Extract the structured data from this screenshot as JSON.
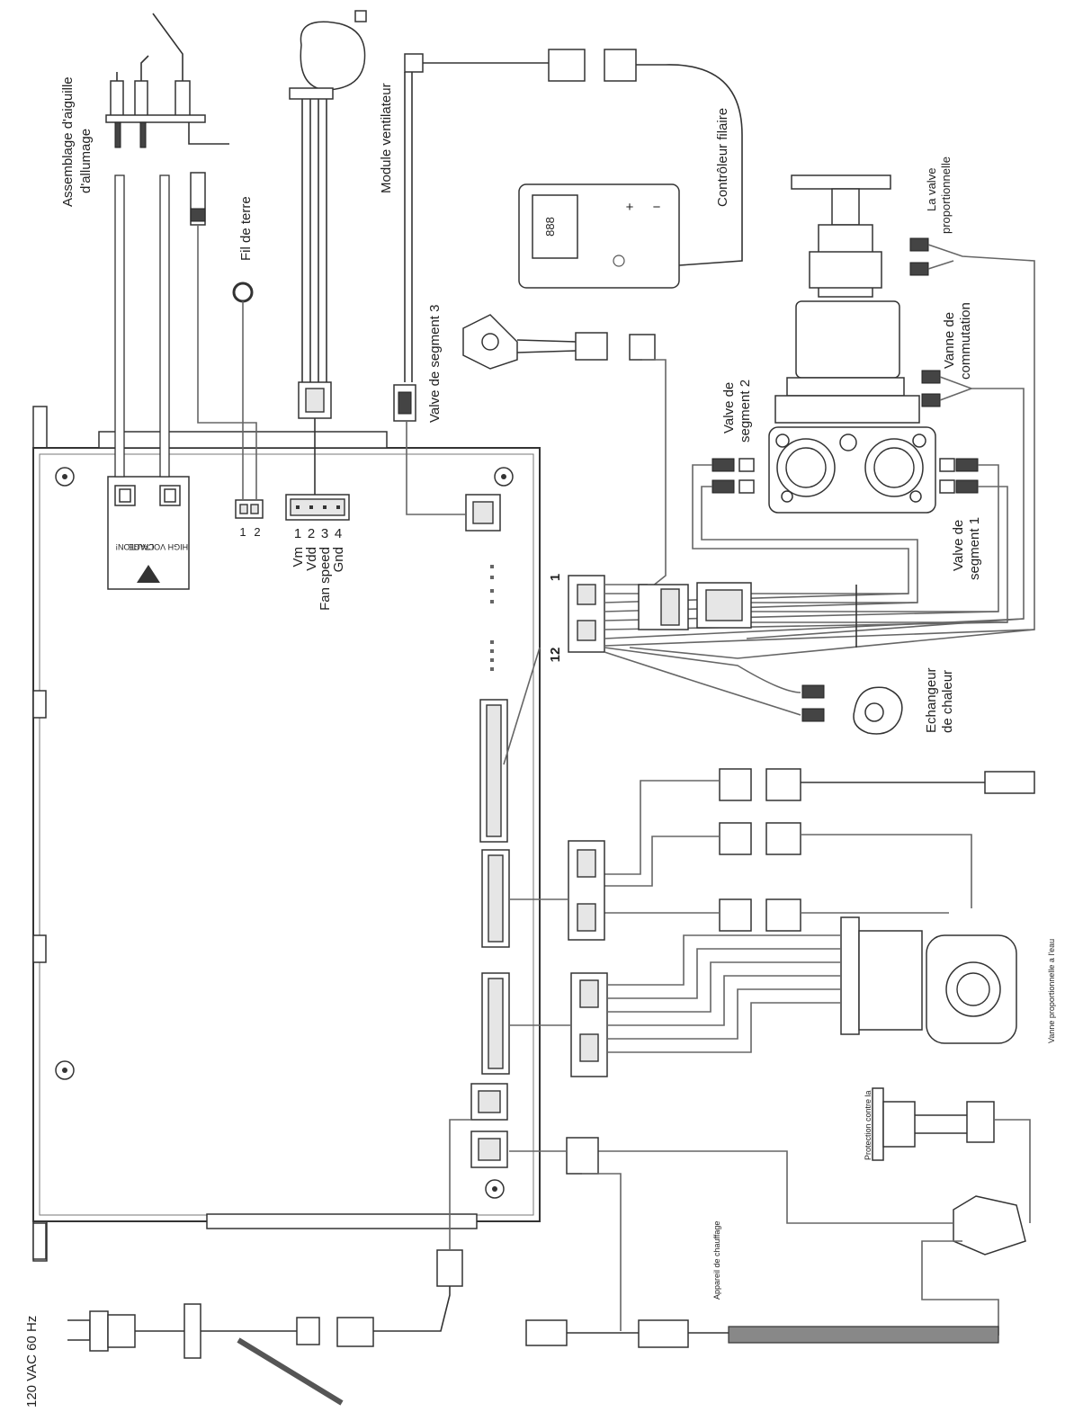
{
  "labels": {
    "ignition": [
      "Assemblage d'aiguille",
      "d'allumage"
    ],
    "ground": "Fil de terre",
    "fan_module": "Module ventilateur",
    "wired_controller": "Contrôleur filaire",
    "segment3": "Valve de segment 3",
    "proportional": [
      "La valve",
      "proportionnelle"
    ],
    "switching": [
      "Vanne de",
      "commutation"
    ],
    "segment2": [
      "Valve de",
      "segment 2"
    ],
    "segment1": [
      "Valve de",
      "segment 1"
    ],
    "heat_exchanger": [
      "Echangeur",
      "de chaleur"
    ],
    "water_valve": "Vanne proportionnelle a l'eau",
    "protection": "Protection contre la",
    "heating_device": "Appareil de chauffage",
    "power": "120 VAC 60 Hz",
    "pin_1": "1",
    "pin_12": "12",
    "gnd_pin_1": "1",
    "gnd_pin_2": "2"
  },
  "fan_pins": [
    {
      "num": "1",
      "name": "Vm"
    },
    {
      "num": "2",
      "name": "Vdd"
    },
    {
      "num": "3",
      "name": "Fan speed"
    },
    {
      "num": "4",
      "name": "Gnd"
    }
  ],
  "caution": [
    "CAUTION!",
    "HIGH VOLTAGE"
  ],
  "display": {
    "digits": "888",
    "plus": "+",
    "minus": "−"
  }
}
